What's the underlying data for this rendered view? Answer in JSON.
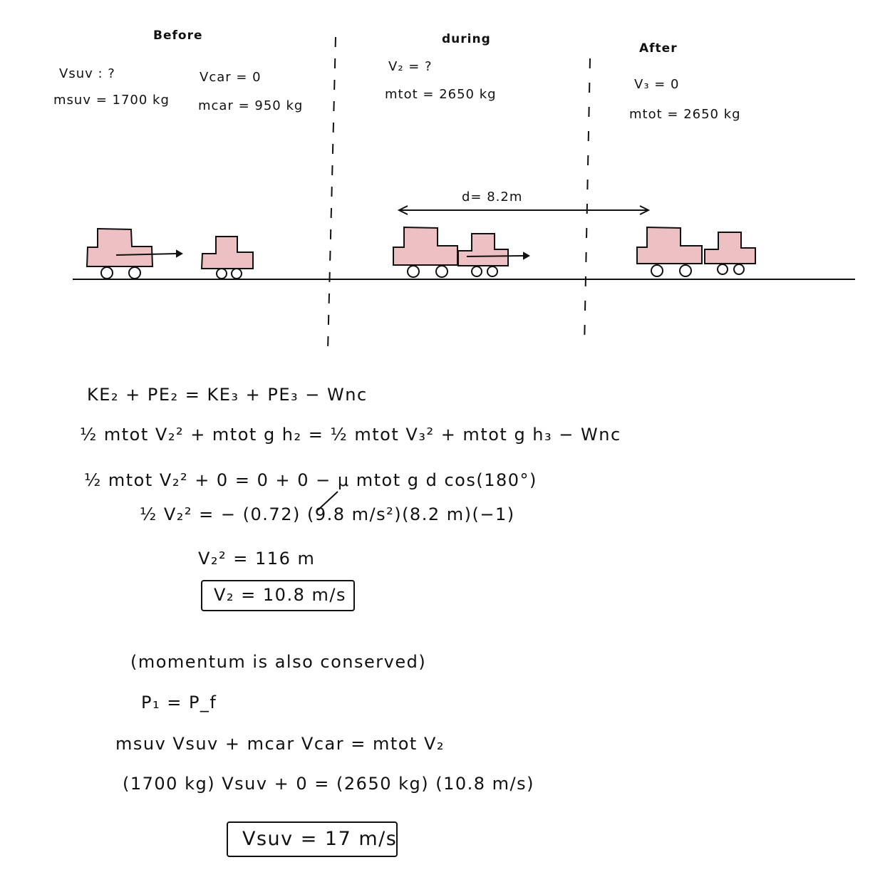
{
  "sections": {
    "before": {
      "title": "Before",
      "v_suv": "Vsuv : ?",
      "m_suv": "msuv = 1700 kg",
      "v_car": "Vcar = 0",
      "m_car": "mcar = 950 kg"
    },
    "during": {
      "title": "during",
      "v2": "V₂ = ?",
      "m_tot": "mtot = 2650 kg"
    },
    "after": {
      "title": "After",
      "v3": "V₃ = 0",
      "m_tot": "mtot = 2650 kg"
    }
  },
  "distance_label": "d= 8.2m",
  "energy": {
    "line1": "KE₂ + PE₂ = KE₃ + PE₃ − Wnc",
    "line2": "½ mtot V₂² + mtot g h₂ = ½ mtot V₃² + mtot g h₃ − Wnc",
    "line3": "½ mtot V₂² + 0 = 0 + 0 − μ mtot g d cos(180°)",
    "line4": "½ V₂² = − (0.72) (9.8 m/s²)(8.2 m)(−1)",
    "line5": "V₂² = 116 m",
    "result": "V₂ = 10.8 m/s"
  },
  "momentum": {
    "note": "(momentum is also conserved)",
    "line1": "P₁ = P_f",
    "line2": "msuv Vsuv + mcar Vcar = mtot V₂",
    "line3": "(1700 kg) Vsuv + 0 = (2650 kg) (10.8 m/s)",
    "result": "Vsuv = 17 m/s"
  },
  "colors": {
    "car_fill": "#EDC0C3",
    "ink": "#111111"
  }
}
